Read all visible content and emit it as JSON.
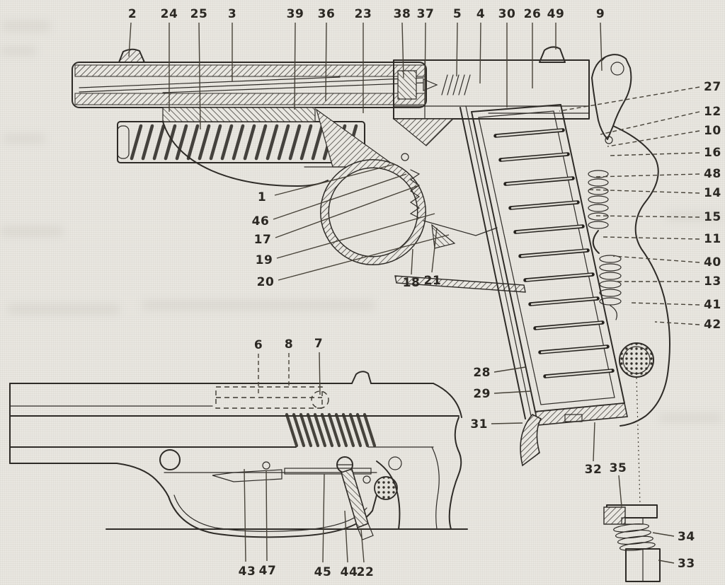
{
  "figure": {
    "subject": "pistol-sectional-diagram",
    "views": {
      "main": "full cutaway side view of pistol",
      "lower": "exterior view of slide and frame front half",
      "detail": "catch screw, spring and plunger detail"
    }
  },
  "callouts": {
    "top": [
      "2",
      "24",
      "25",
      "3",
      "39",
      "36",
      "23",
      "38",
      "37",
      "5",
      "4",
      "30",
      "26",
      "49",
      "9"
    ],
    "right": [
      "27",
      "12",
      "10",
      "16",
      "48",
      "14",
      "15",
      "11",
      "40",
      "13",
      "41",
      "42"
    ],
    "left_center": [
      "1",
      "46",
      "17",
      "19",
      "20"
    ],
    "under_frame": [
      "18",
      "21"
    ],
    "lower_view": [
      "6",
      "8",
      "7"
    ],
    "grip_left": [
      "28",
      "29",
      "31"
    ],
    "detail": [
      "32",
      "35",
      "34",
      "33"
    ],
    "bottom": [
      "43",
      "47",
      "45",
      "44",
      "22"
    ]
  },
  "colors": {
    "paper": "#e9e7e1",
    "ink": "#2e2b27",
    "leader": "#474238"
  }
}
